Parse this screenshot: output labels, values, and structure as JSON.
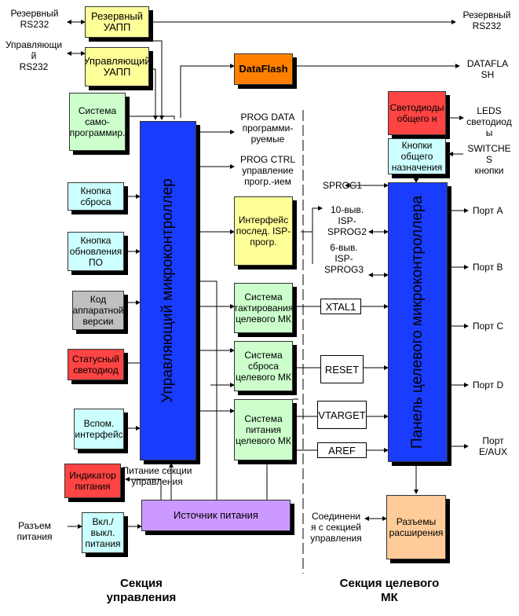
{
  "boxes": {
    "reserve_uapp": "Резервный УАПП",
    "control_uapp": "Управляющий УАПП",
    "self_prog": "Система само-программир.",
    "reset_button": "Кнопка сброса",
    "update_button": "Кнопка обновления ПО",
    "hw_version": "Код аппаратной версии",
    "status_led": "Статусный светодиод",
    "aux_interface": "Вспом. интерфейс",
    "power_indicator": "Индикатор питания",
    "power_switch": "Вкл./выкл. питания",
    "power_source": "Источник питания",
    "dataflash": "DataFlash",
    "control_mcu": "Управляющий микроконтроллер",
    "isp_interface": "Интерфейс послед. ISP-прогр.",
    "clock_system": "Система тактирования целевого МК",
    "reset_system": "Система сброса целевого МК",
    "power_system": "Система питания целевого МК",
    "leds_general": "Светодиоды общего н",
    "buttons_general": "Кнопки общего назначения",
    "target_panel": "Панель целевого микроконтроллера",
    "expansion": "Разъемы расширения"
  },
  "signals": {
    "xtal1": "XTAL1",
    "reset": "RESET",
    "vtarget": "VTARGET",
    "aref": "AREF"
  },
  "labels": {
    "reserve_rs232_left": "Резервный\nRS232",
    "control_rs232_left": "Управляющи\nй\nRS232",
    "reserve_rs232_right": "Резервный\nRS232",
    "dataflash_right": "DATAFLA\nSH",
    "leds_right": "LEDS\nсветодиод\nы",
    "switches_right": "SWITCHE\nS\nкнопки",
    "prog_data": "PROG DATA\nпрограмми-\nруемые",
    "prog_ctrl": "PROG CTRL\nуправление\nпрогр.-ием",
    "sprog1": "SPROG1",
    "sprog2": "10-выв.\nISP-\nSPROG2",
    "sprog3": "6-выв.\nISP-\nSPROG3",
    "port_a": "Порт A",
    "port_b": "Порт B",
    "port_c": "Порт C",
    "port_d": "Порт D",
    "port_e": "Порт\nE/AUX",
    "power_section": "Питание секции\nуправления",
    "power_connector": "Разъем\nпитания",
    "connection_control": "Соединени\nя с секцией\nуправления"
  },
  "sections": {
    "control": "Секция\nуправления",
    "target": "Секция целевого\nМК"
  }
}
